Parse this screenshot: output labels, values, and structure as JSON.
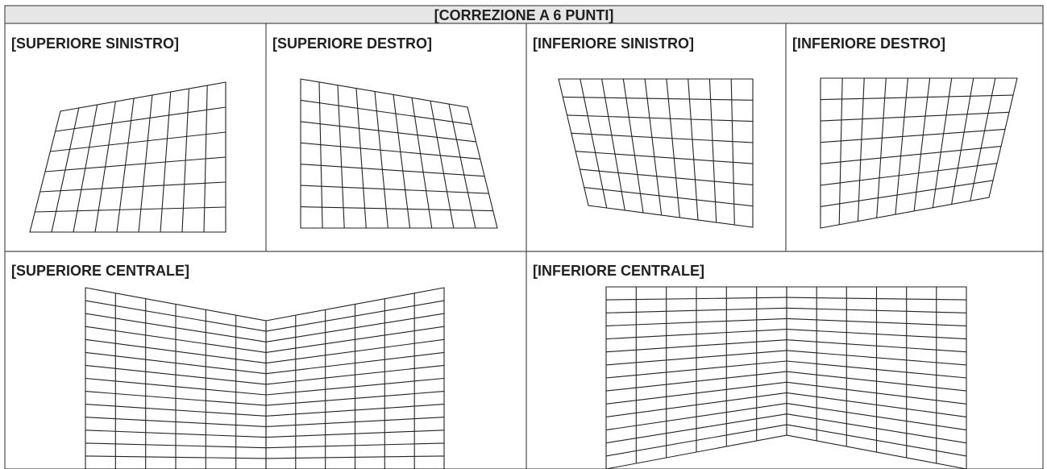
{
  "table": {
    "title": "[CORREZIONE A 6 PUNTI]",
    "header_bg": "#e6e6e6",
    "line_color": "#231f20"
  },
  "cells": [
    {
      "id": "top-left",
      "label": "[SUPERIORE SINISTRO]"
    },
    {
      "id": "top-right",
      "label": "[SUPERIORE DESTRO]"
    },
    {
      "id": "bottom-left",
      "label": "[INFERIORE SINISTRO]"
    },
    {
      "id": "bottom-right",
      "label": "[INFERIORE DESTRO]"
    },
    {
      "id": "top-center",
      "label": "[SUPERIORE CENTRALE]"
    },
    {
      "id": "bottom-center",
      "label": "[INFERIORE CENTRALE]"
    }
  ]
}
